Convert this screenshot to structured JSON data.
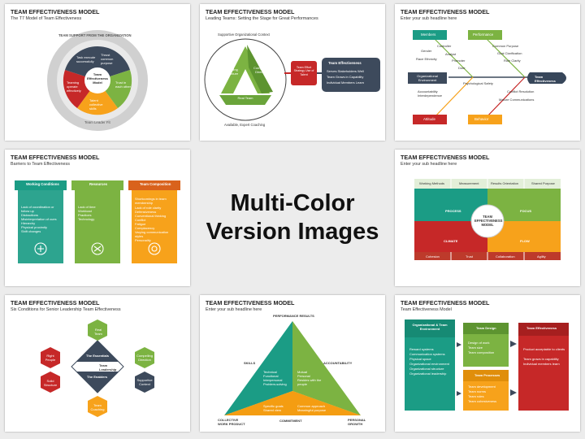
{
  "cards": [
    {
      "title": "TEAM EFFECTIVENESS MODEL",
      "subtitle": "The T7 Model of Team Effectiveness",
      "ring_label": "TEAM SUPPORT FROM THE ORGANIZATION",
      "bottom_label": "Team Leader Fit",
      "center": "Team Effectiveness Model",
      "segments": [
        "Task execute successfully",
        "Thrust common purpose",
        "Trust in each other",
        "Talent collective skills",
        "Teaming operate effectively"
      ]
    },
    {
      "title": "TEAM EFFECTIVENESS MODEL",
      "subtitle": "Leading Teams: Setting the Stage for Great Performances",
      "top_label": "Supportive Organizational Context",
      "bottom_label": "Available, Expert Coaching",
      "left_seg": "Enabling Structure",
      "right_seg": "Compelling Direction",
      "bottom_seg": "Real Team",
      "effort_box": "Team Effort Strategy Use of Talent",
      "panel_title": "Team Effectiveness",
      "panel_items": [
        "Serves Stakeholders Well",
        "Team Grows in Capability",
        "Individual Members Learn"
      ]
    },
    {
      "title": "TEAM EFFECTIVENESS MODEL",
      "subtitle": "Enter your sub headline here",
      "members": "Members",
      "performance": "Performance",
      "org_env": "Organizational Environment",
      "team_eff": "Team Effectiveness",
      "attitude": "Attitude",
      "behavior": "Behavior",
      "labels": [
        "Controller",
        "Gender",
        "Analyst",
        "Race Ethnicity",
        "Promoter",
        "Doer",
        "Common Purpose",
        "Goal Clarification",
        "Role Clarity",
        "Psychological Safety",
        "Accountability Interdependence",
        "Conflict Resolution",
        "Mature Communications"
      ]
    },
    {
      "title": "TEAM EFFECTIVENESS MODEL",
      "subtitle": "Barriers to Team Effectiveness",
      "columns": [
        {
          "header": "Working Conditions",
          "items": [
            "Lack of coordination or follow up",
            "Distractions",
            "Misinterpretation of cues",
            "Hierarchy",
            "Physical proximity",
            "Shift changes"
          ]
        },
        {
          "header": "Resources",
          "items": [
            "Lack of time",
            "Workload",
            "Practices",
            "Technology"
          ]
        },
        {
          "header": "Team Composition",
          "items": [
            "Shortcomings in team membership",
            "Lack of role clarity",
            "Defensiveness",
            "Conventional thinking",
            "Conflict",
            "Fatigue",
            "Complacency",
            "Varying communication styles",
            "Personality"
          ]
        }
      ]
    },
    {
      "center_lines": [
        "Multi-Color",
        "Version Images"
      ]
    },
    {
      "title": "TEAM EFFECTIVENESS MODEL",
      "subtitle": "Enter your sub headline here",
      "top_tabs": [
        "Working Methods",
        "Measurement",
        "Results Orientation",
        "Shared Purpose"
      ],
      "quadrants": [
        "PROCESS",
        "FOCUS",
        "CLIMATE",
        "FLOW"
      ],
      "center": "TEAM EFFECTIVENESS MODEL",
      "bottom_tabs": [
        "Cohesion",
        "Trust",
        "Collaboration",
        "Agility"
      ]
    },
    {
      "title": "TEAM EFFECTIVENESS MODEL",
      "subtitle": "Six Conditions for Senior Leadership Team Effectiveness",
      "hexes": [
        "Real Team",
        "Compelling Direction",
        "Supportive Context",
        "Team Coaching",
        "Solid Structure",
        "Right People"
      ],
      "essentials": "The Essentials",
      "leadership": "Team Leadership",
      "enablers": "The Enablers"
    },
    {
      "title": "TEAM EFFECTIVENESS MODEL",
      "subtitle": "Enter your sub headline here",
      "top": "PERFORMANCE RESULTS",
      "skills": "SKILLS",
      "accountability": "ACCOUNTABILITY",
      "commitment": "COMMITMENT",
      "collective": "COLLECTIVE WORK PRODUCT",
      "personal": "PERSONAL GROWTH",
      "left_items": [
        "Technical",
        "Functional",
        "Interpersonal",
        "Problem-solving"
      ],
      "right_items": [
        "Mutual",
        "Personal",
        "Resides with the people"
      ],
      "bottom_left": [
        "Specific goals",
        "Shared view"
      ],
      "bottom_right": [
        "Common approach",
        "Meaningful purpose"
      ]
    },
    {
      "title": "TEAM EFFECTIVENESS MODEL",
      "subtitle": "Team Effectiveness Model",
      "org_header": "Organizational & Team Environment",
      "org_items": [
        "Reward systems",
        "Communication systems",
        "Physical space",
        "Organizational environment",
        "Organizational structure",
        "Organizational leadership"
      ],
      "design_header": "Team Design",
      "design_items": [
        "Design of work",
        "Team size",
        "Team composition"
      ],
      "process_header": "Team Processes",
      "process_items": [
        "Team development",
        "Team norms",
        "Team roles",
        "Team cohesiveness"
      ],
      "eff_header": "Team Effectiveness",
      "eff_items": [
        "Product acceptable to clients",
        "Team grows in capability",
        "Individual members learn"
      ]
    }
  ],
  "colors": {
    "green": "#7cb342",
    "teal": "#1b9c85",
    "blue": "#3f4a5a",
    "orange": "#f7a21b",
    "red": "#c62828",
    "navy": "#37465a"
  }
}
